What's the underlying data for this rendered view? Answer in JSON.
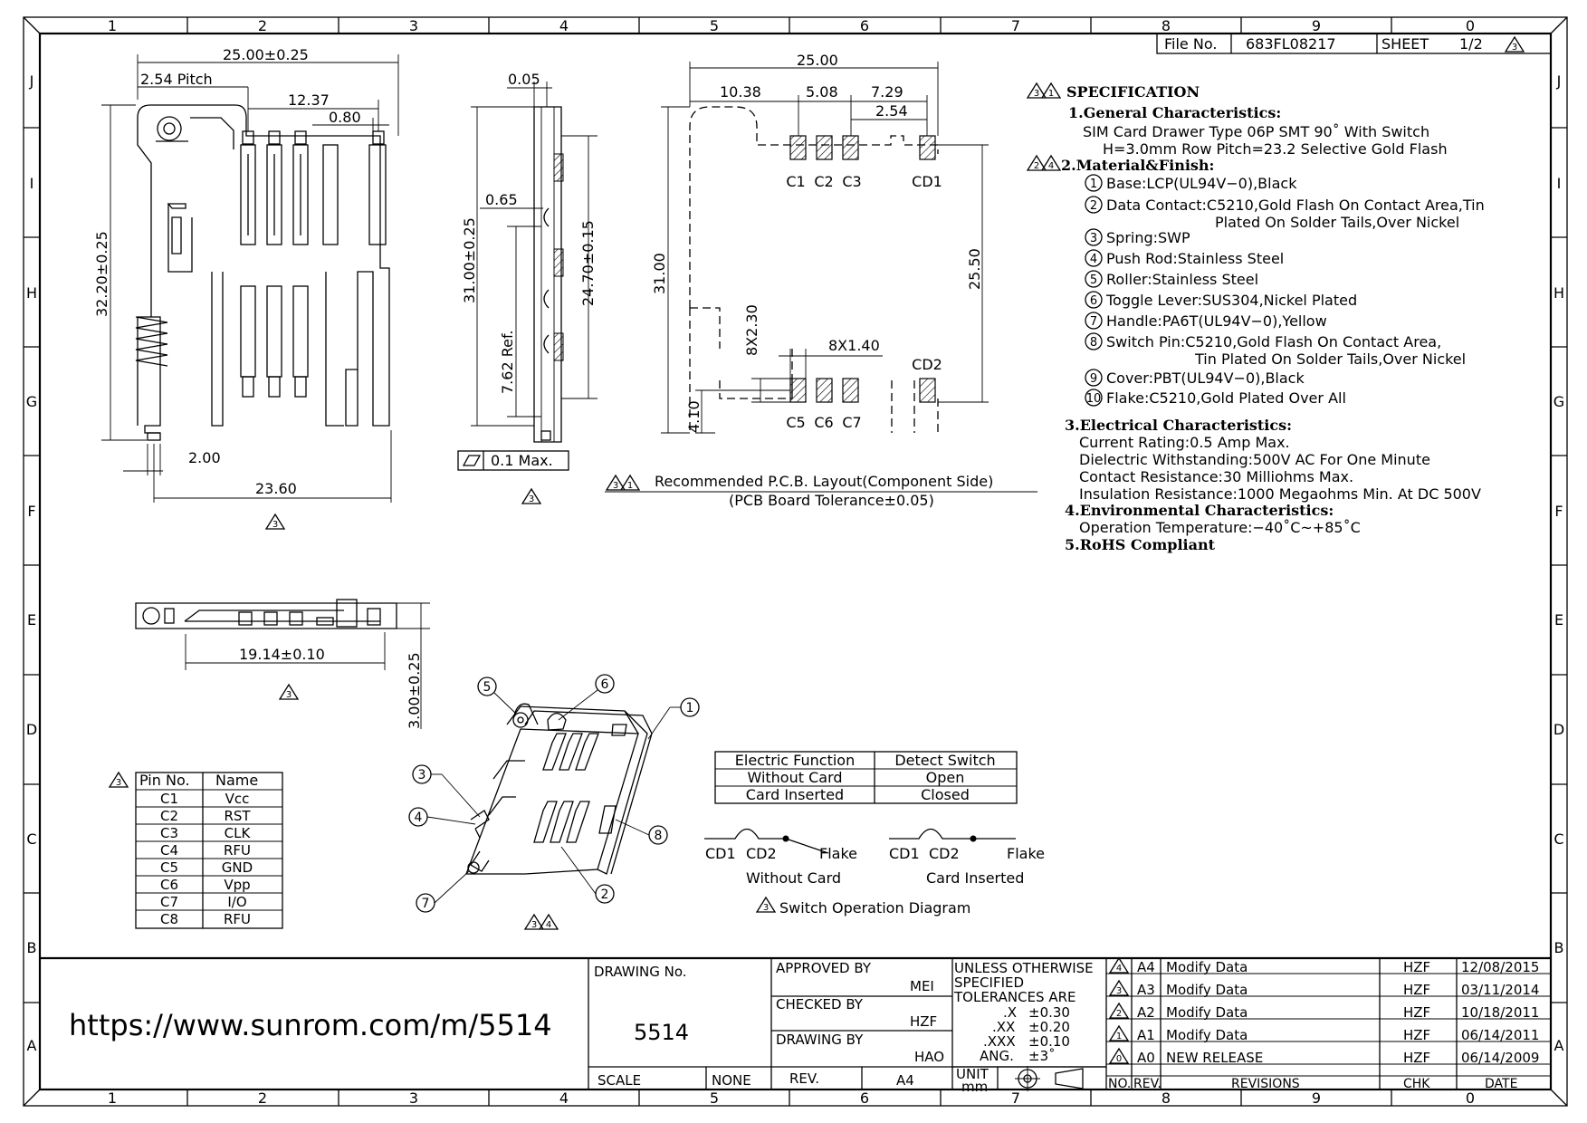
{
  "frame": {
    "cols_top": [
      "1",
      "2",
      "3",
      "4",
      "5",
      "6",
      "7",
      "8",
      "9",
      "0"
    ],
    "cols_bottom": [
      "1",
      "2",
      "3",
      "4",
      "5",
      "6",
      "7",
      "8",
      "9",
      "0"
    ],
    "rows": [
      "J",
      "I",
      "H",
      "G",
      "F",
      "E",
      "D",
      "C",
      "B",
      "A"
    ]
  },
  "header": {
    "file_label": "File No.",
    "file_no": "683FL08217",
    "sheet_label": "SHEET",
    "sheet_value": "1/2"
  },
  "dims": {
    "front": {
      "width": "25.00±0.25",
      "pitch": "2.54 Pitch",
      "d1237": "12.37",
      "d080": "0.80",
      "height": "32.20±0.25",
      "d200": "2.00",
      "d2360": "23.60"
    },
    "side": {
      "d005": "0.05",
      "d065": "0.65",
      "h31": "31.00±0.25",
      "h2470": "24.70±0.15",
      "ref762": "7.62 Ref.",
      "flat": "0.1 Max."
    },
    "pcb": {
      "w25": "25.00",
      "d1038": "10.38",
      "d508": "5.08",
      "d729": "7.29",
      "d254": "2.54",
      "h31": "31.00",
      "h2550": "25.50",
      "d8x230": "8X2.30",
      "d8x140": "8X1.40",
      "d410": "4.10",
      "labels_top": [
        "C1",
        "C2",
        "C3",
        "CD1"
      ],
      "labels_bot": [
        "C5",
        "C6",
        "C7",
        "CD2"
      ],
      "caption1": "Recommended P.C.B. Layout(Component Side)",
      "caption2": "(PCB Board Tolerance±0.05)"
    },
    "bottom": {
      "d1914": "19.14±0.10",
      "d300": "3.00±0.25"
    }
  },
  "spec": {
    "title": "SPECIFICATION",
    "s1": "1.General Characteristics:",
    "s1a": "SIM Card Drawer Type 06P SMT 90˚ With Switch",
    "s1b": "H=3.0mm Row Pitch=23.2 Selective Gold Flash",
    "s2": "2.Material&Finish:",
    "materials": [
      {
        "n": "1",
        "t": "Base:LCP(UL94V−0),Black"
      },
      {
        "n": "2",
        "t": "Data Contact:C5210,Gold Flash On Contact Area,Tin"
      },
      {
        "n": "",
        "t": "Plated On Solder Tails,Over Nickel"
      },
      {
        "n": "3",
        "t": "Spring:SWP"
      },
      {
        "n": "4",
        "t": "Push Rod:Stainless Steel"
      },
      {
        "n": "5",
        "t": "Roller:Stainless Steel"
      },
      {
        "n": "6",
        "t": "Toggle Lever:SUS304,Nickel Plated"
      },
      {
        "n": "7",
        "t": "Handle:PA6T(UL94V−0),Yellow"
      },
      {
        "n": "8",
        "t": "Switch Pin:C5210,Gold Flash On Contact Area,"
      },
      {
        "n": "",
        "t": "Tin Plated On Solder Tails,Over Nickel"
      },
      {
        "n": "9",
        "t": "Cover:PBT(UL94V−0),Black"
      },
      {
        "n": "10",
        "t": "Flake:C5210,Gold Plated Over All"
      }
    ],
    "s3": "3.Electrical Characteristics:",
    "electrical": [
      "Current Rating:0.5 Amp Max.",
      "Dielectric Withstanding:500V AC For One Minute",
      "Contact Resistance:30 Milliohms Max.",
      "Insulation Resistance:1000 Megaohms Min. At DC 500V"
    ],
    "s4": "4.Environmental Characteristics:",
    "env": "Operation Temperature:−40˚C~+85˚C",
    "s5": "5.RoHS Compliant"
  },
  "pins": {
    "headers": [
      "Pin No.",
      "Name"
    ],
    "rows": [
      [
        "C1",
        "Vcc"
      ],
      [
        "C2",
        "RST"
      ],
      [
        "C3",
        "CLK"
      ],
      [
        "C4",
        "RFU"
      ],
      [
        "C5",
        "GND"
      ],
      [
        "C6",
        "Vpp"
      ],
      [
        "C7",
        "I/O"
      ],
      [
        "C8",
        "RFU"
      ]
    ]
  },
  "detect": {
    "headers": [
      "Electric Function",
      "Detect Switch"
    ],
    "rows": [
      [
        "Without Card",
        "Open"
      ],
      [
        "Card Inserted",
        "Closed"
      ]
    ]
  },
  "switch_diagram": {
    "cd1": "CD1",
    "cd2": "CD2",
    "flake": "Flake",
    "without": "Without Card",
    "inserted": "Card Inserted",
    "title": "Switch Operation Diagram"
  },
  "callouts": [
    "1",
    "2",
    "3",
    "4",
    "5",
    "6",
    "7",
    "8"
  ],
  "rev_marks": {
    "a3": "3",
    "a4": "4",
    "a1": "1",
    "a2": "2",
    "a0": "0"
  },
  "title_block": {
    "url": "https://www.sunrom.com/m/5514",
    "drawing_no_label": "DRAWING No.",
    "drawing_no": "5514",
    "scale_label": "SCALE",
    "scale": "NONE",
    "approved_label": "APPROVED BY",
    "approved": "MEI",
    "checked_label": "CHECKED BY",
    "checked": "HZF",
    "drawing_by_label": "DRAWING BY",
    "drawing_by": "HAO",
    "rev_label": "REV.",
    "rev": "A4",
    "tol1": "UNLESS OTHERWISE",
    "tol2": "SPECIFIED",
    "tol3": "TOLERANCES ARE",
    "tols": [
      [
        ".X",
        "±0.30"
      ],
      [
        ".XX",
        "±0.20"
      ],
      [
        ".XXX",
        "±0.10"
      ],
      [
        "ANG.",
        "±3˚"
      ]
    ],
    "unit_label": "UNIT",
    "unit": "mm",
    "revisions": [
      {
        "mk": "4",
        "rev": "A4",
        "desc": "Modify Data",
        "chk": "HZF",
        "date": "12/08/2015"
      },
      {
        "mk": "3",
        "rev": "A3",
        "desc": "Modify Data",
        "chk": "HZF",
        "date": "03/11/2014"
      },
      {
        "mk": "2",
        "rev": "A2",
        "desc": "Modify Data",
        "chk": "HZF",
        "date": "10/18/2011"
      },
      {
        "mk": "1",
        "rev": "A1",
        "desc": "Modify Data",
        "chk": "HZF",
        "date": "06/14/2011"
      },
      {
        "mk": "0",
        "rev": "A0",
        "desc": "NEW RELEASE",
        "chk": "HZF",
        "date": "06/14/2009"
      }
    ],
    "hdr_no": "NO.",
    "hdr_rev": "REV.",
    "hdr_revisions": "REVISIONS",
    "hdr_chk": "CHK",
    "hdr_date": "DATE"
  }
}
